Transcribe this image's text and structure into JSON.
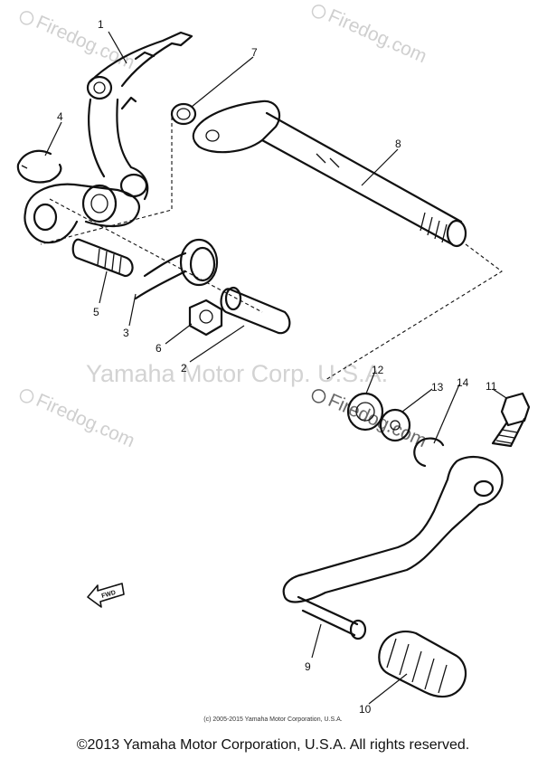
{
  "watermarks": {
    "site": "Firedog.com",
    "corporate": "Yamaha Motor Corp. U.S.A."
  },
  "labels": {
    "p1": "1",
    "p2": "2",
    "p3": "3",
    "p4": "4",
    "p5": "5",
    "p6": "6",
    "p7": "7",
    "p8": "8",
    "p9": "9",
    "p10": "10",
    "p11": "11",
    "p12": "12",
    "p13": "13",
    "p14": "14"
  },
  "fwd": "FWD",
  "copyright_small": "(c) 2005-2015 Yamaha Motor Corporation, U.S.A.",
  "copyright_bottom": "©2013 Yamaha Motor Corporation, U.S.A. All rights reserved."
}
